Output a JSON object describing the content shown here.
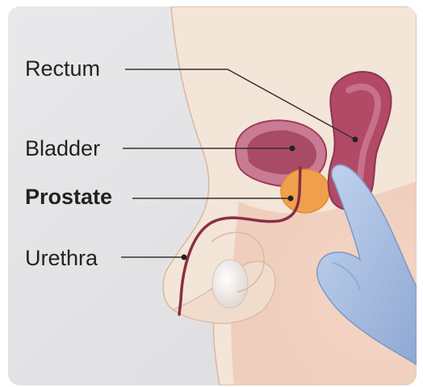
{
  "labels": {
    "rectum": "Rectum",
    "bladder": "Bladder",
    "prostate": "Prostate",
    "urethra": "Urethra"
  },
  "colors": {
    "panel": "#e4e4e6",
    "skin": "#f3e5d8",
    "skin_outline": "#d9b7a1",
    "rectum": "#b24a67",
    "bladder": "#a94a67",
    "prostate": "#f0a04d",
    "urethra": "#8a2e45",
    "glove": "#a9bfe2",
    "leader_line": "#333333"
  },
  "icons": {
    "glove": "gloved-finger-illustration"
  }
}
